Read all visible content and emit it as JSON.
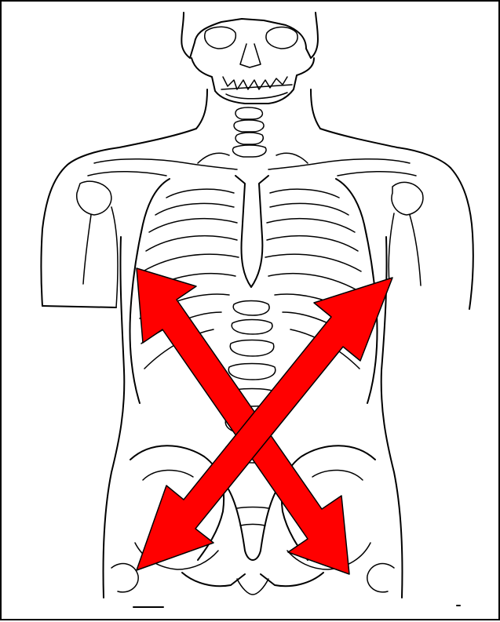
{
  "figure": {
    "subject": "human-skeleton-torso",
    "style": "black line drawing on white",
    "frame_color": "#000000",
    "background_color": "#ffffff"
  },
  "arrows": [
    {
      "name": "diagonal-arrow-upper-left-to-lower-right",
      "fill": "#ff0000",
      "stroke": "#000000",
      "double_headed": true
    },
    {
      "name": "diagonal-arrow-upper-right-to-lower-left",
      "fill": "#ff0000",
      "stroke": "#000000",
      "double_headed": true
    }
  ]
}
